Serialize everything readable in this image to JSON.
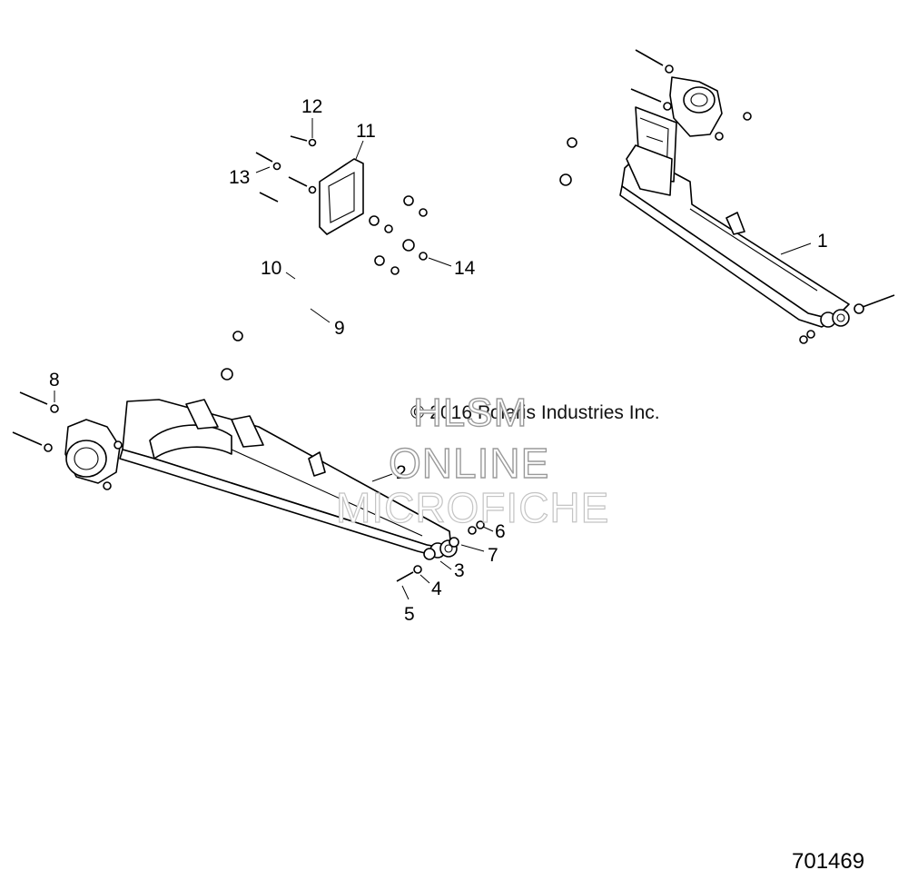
{
  "copyright": "© 2016 Polaris Industries Inc.",
  "watermark": {
    "line1": "HLSM",
    "line2": "ONLINE",
    "line3": "MICROFICHE"
  },
  "diagram_id": "701469",
  "callouts": {
    "c1": "1",
    "c2": "2",
    "c3": "3",
    "c4": "4",
    "c5": "5",
    "c6": "6",
    "c7": "7",
    "c8": "8",
    "c9": "9",
    "c10": "10",
    "c11": "11",
    "c12": "12",
    "c13": "13",
    "c14": "14"
  }
}
